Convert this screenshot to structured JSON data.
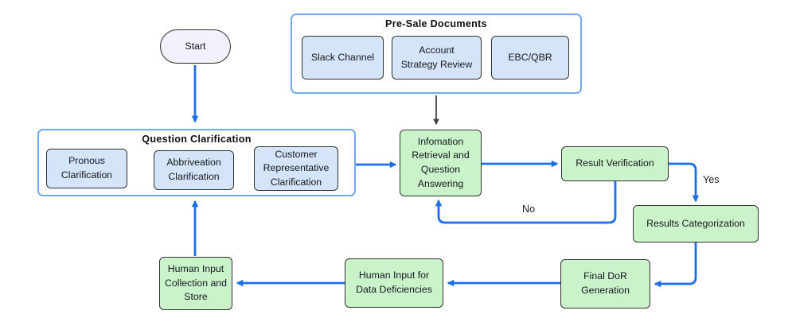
{
  "colors": {
    "arrow_blue": "#1B6FE6",
    "arrow_dark": "#3A3A3A",
    "group_border": "#6FA9F0",
    "blue_node_fill": "#D5E5F9",
    "green_node_fill": "#CBF3CA",
    "start_fill": "#F2F1FC",
    "node_border": "#323232"
  },
  "diagram": {
    "start": {
      "label": "Start"
    },
    "groups": {
      "presale": {
        "title": "Pre-Sale Documents",
        "items": [
          {
            "label": "Slack Channel"
          },
          {
            "label": "Account\nStrategy Review"
          },
          {
            "label": "EBC/QBR"
          }
        ]
      },
      "question_clarification": {
        "title": "Question Clarification",
        "items": [
          {
            "label": "Pronous Clarification"
          },
          {
            "label": "Abbriveation Clarification"
          },
          {
            "label": "Customer Representative Clarification"
          }
        ]
      }
    },
    "nodes": {
      "ir_qa": {
        "label": "Infomation Retrieval and Question Answering"
      },
      "result_verification": {
        "label": "Result Verification"
      },
      "results_categorization": {
        "label": "Results Categorization"
      },
      "final_dor": {
        "label": "Final DoR\nGeneration"
      },
      "human_input_deficiencies": {
        "label": "Human Input for Data Deficiencies"
      },
      "human_input_collection": {
        "label": "Human Input Collection and Store"
      }
    },
    "edge_labels": {
      "yes": "Yes",
      "no": "No"
    }
  }
}
